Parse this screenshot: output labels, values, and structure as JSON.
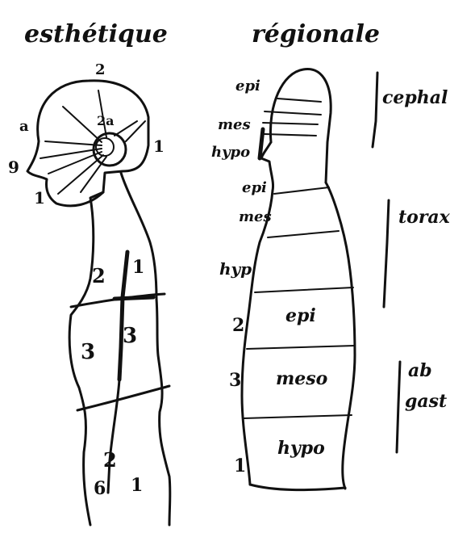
{
  "titles": {
    "left": "esthétique",
    "right": "régionale"
  },
  "left_figure": {
    "head_labels": [
      "2",
      "a",
      "2a",
      "9",
      "1",
      "1"
    ],
    "torso_labels": [
      "2",
      "1",
      "3",
      "3",
      "2",
      "6",
      "1"
    ]
  },
  "right_figure": {
    "head_labels": [
      "epi",
      "mes",
      "hypo"
    ],
    "thorax_labels": [
      "epi",
      "mes",
      "hyp"
    ],
    "abdomen_labels": [
      "epi",
      "meso",
      "hypo"
    ],
    "number_labels": [
      "2",
      "3",
      "1"
    ],
    "bracket_labels": {
      "head": "cephal",
      "thorax": "torax",
      "abdomen_line1": "ab",
      "abdomen_line2": "gast"
    }
  }
}
